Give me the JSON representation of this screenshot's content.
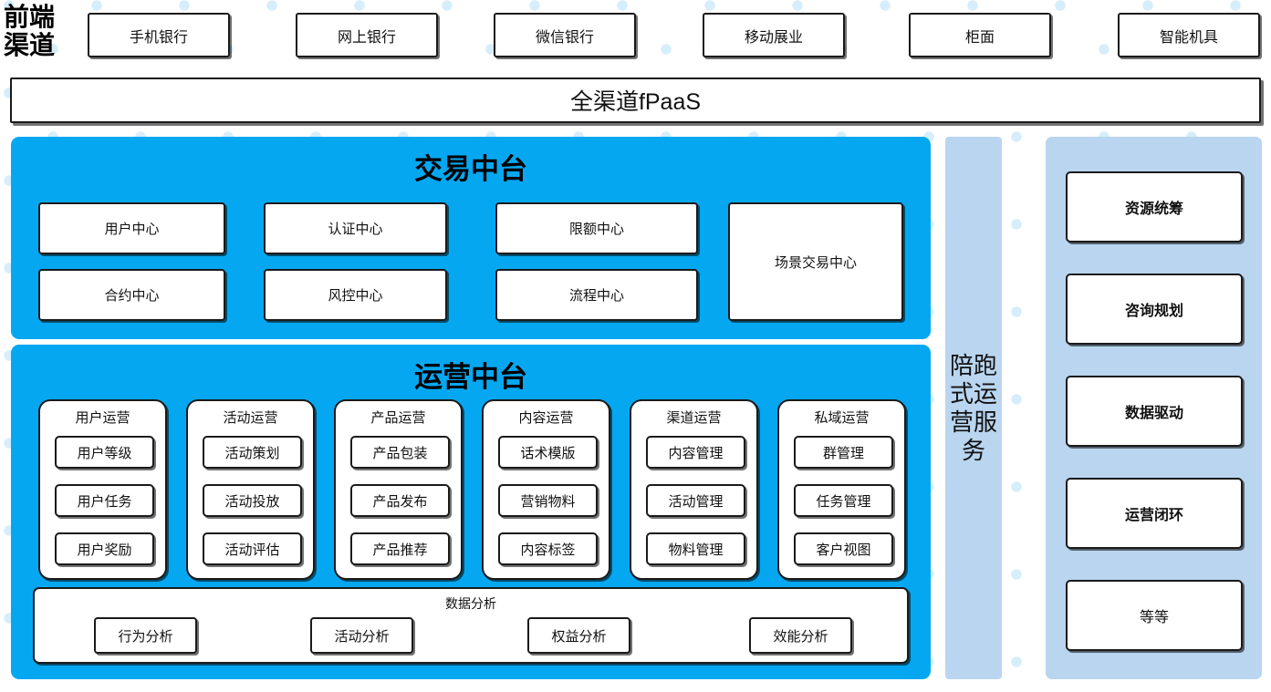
{
  "front_channel": {
    "label": "前端渠道",
    "items": [
      {
        "label": "手机银行"
      },
      {
        "label": "网上银行"
      },
      {
        "label": "微信银行"
      },
      {
        "label": "移动展业"
      },
      {
        "label": "柜面"
      },
      {
        "label": "智能机具"
      }
    ]
  },
  "fpaas": {
    "label": "全渠道fPaaS"
  },
  "trade_center": {
    "title": "交易中台",
    "cards": [
      {
        "label": "用户中心"
      },
      {
        "label": "认证中心"
      },
      {
        "label": "限额中心"
      },
      {
        "label": "场景交易中心"
      },
      {
        "label": "合约中心"
      },
      {
        "label": "风控中心"
      },
      {
        "label": "流程中心"
      }
    ]
  },
  "ops_center": {
    "title": "运营中台",
    "columns": [
      {
        "title": "用户运营",
        "items": [
          "用户等级",
          "用户任务",
          "用户奖励"
        ]
      },
      {
        "title": "活动运营",
        "items": [
          "活动策划",
          "活动投放",
          "活动评估"
        ]
      },
      {
        "title": "产品运营",
        "items": [
          "产品包装",
          "产品发布",
          "产品推荐"
        ]
      },
      {
        "title": "内容运营",
        "items": [
          "话术模版",
          "营销物料",
          "内容标签"
        ]
      },
      {
        "title": "渠道运营",
        "items": [
          "内容管理",
          "活动管理",
          "物料管理"
        ]
      },
      {
        "title": "私域运营",
        "items": [
          "群管理",
          "任务管理",
          "客户视图"
        ]
      }
    ],
    "data_analysis": {
      "title": "数据分析",
      "items": [
        "行为分析",
        "活动分析",
        "权益分析",
        "效能分析"
      ]
    }
  },
  "service_rail": {
    "label": "陪跑式运营服务"
  },
  "capabilities": {
    "cards": [
      {
        "label": "资源统筹",
        "bold": true
      },
      {
        "label": "咨询规划",
        "bold": true
      },
      {
        "label": "数据驱动",
        "bold": true
      },
      {
        "label": "运营闭环",
        "bold": true
      },
      {
        "label": "等等",
        "bold": false
      }
    ]
  },
  "colors": {
    "accent_cyan": "#05a8f0",
    "panel_blue": "#b9d5ef",
    "dot_blue": "#d6eefb",
    "outline": "#1a1a1a"
  }
}
